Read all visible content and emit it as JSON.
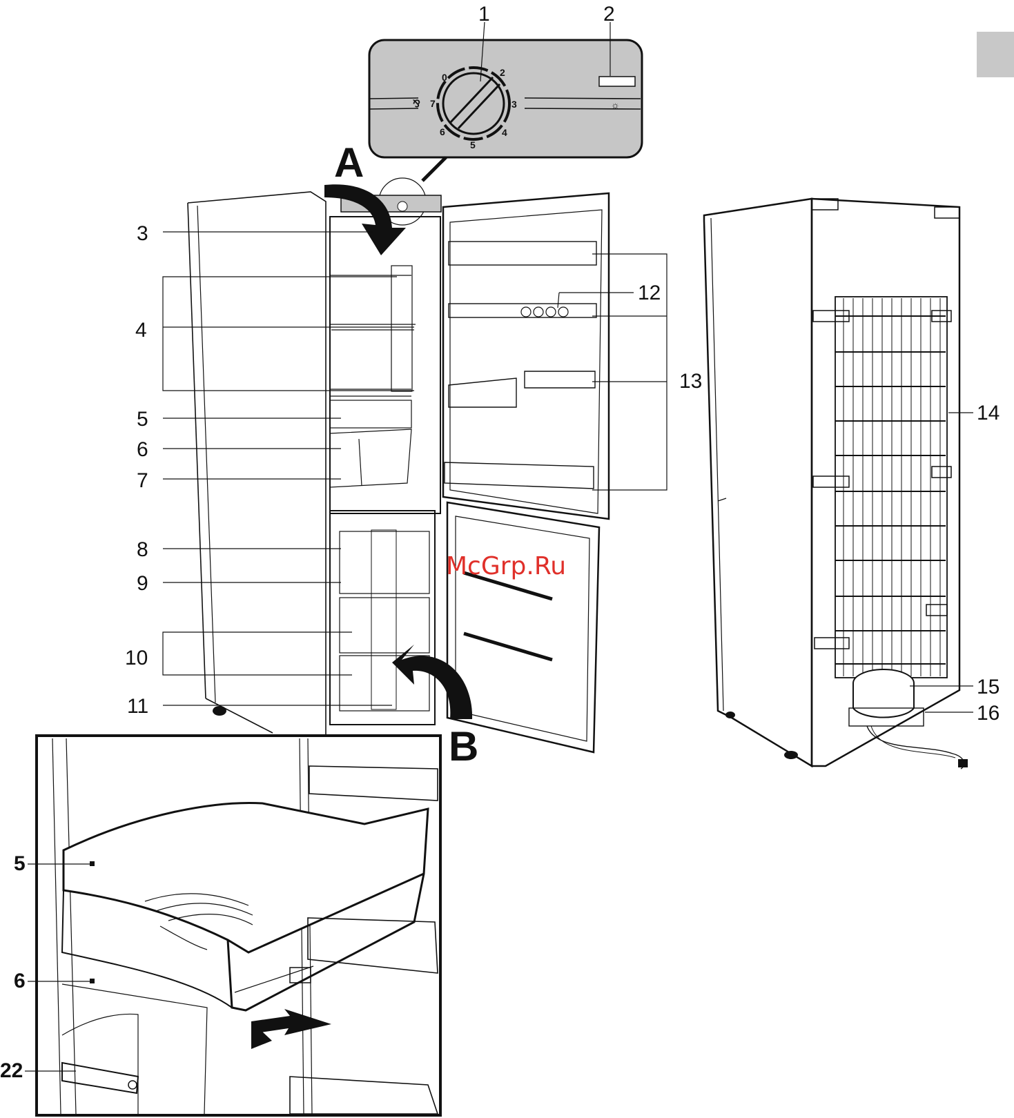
{
  "callouts": [
    "1",
    "2",
    "3",
    "4",
    "5",
    "6",
    "7",
    "8",
    "9",
    "10",
    "11",
    "12",
    "13",
    "14",
    "15",
    "16"
  ],
  "inset_callouts": [
    "5",
    "6",
    "22"
  ],
  "arrows": [
    "A",
    "B"
  ],
  "dial_numbers": [
    "0",
    "2",
    "3",
    "4",
    "5",
    "6",
    "7"
  ],
  "watermark": "McGrp.Ru",
  "colors": {
    "panel": "#c6c6c6",
    "tab": "#c8c8c8",
    "watermark": "#e0302a",
    "ink": "#111111"
  }
}
